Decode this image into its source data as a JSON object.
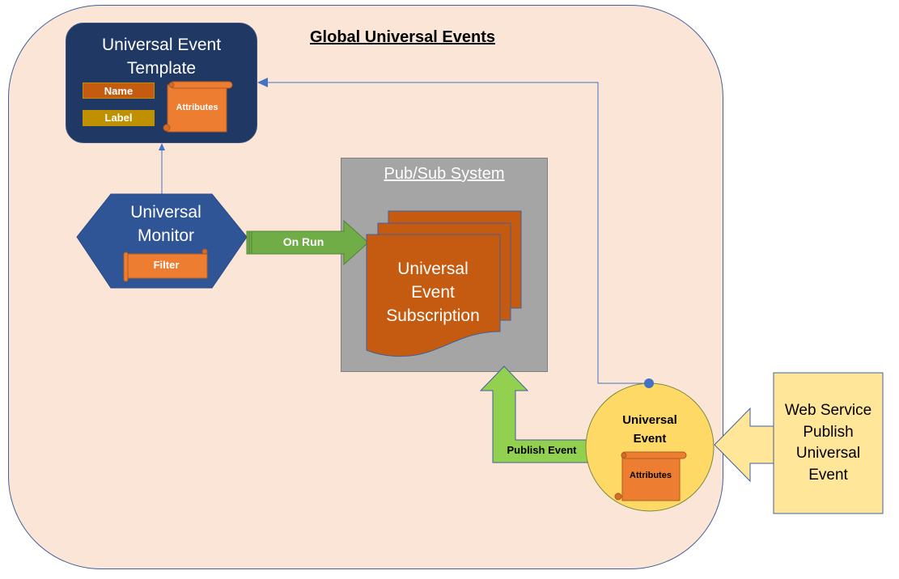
{
  "diagram": {
    "title": "Global Universal Events",
    "colors": {
      "background": "#fbe5d6",
      "container_border": "#41609a",
      "template_fill": "#203864",
      "monitor_fill": "#2f5597",
      "pubsub_fill": "#a5a5a5",
      "subscription_fill": "#c55a11",
      "scroll_fill": "#ed7d31",
      "name_tag": "#c55a11",
      "label_tag": "#bf9000",
      "on_run_arrow": "#70ad47",
      "publish_arrow": "#92d050",
      "event_circle": "#ffd966",
      "web_service_fill": "#ffe699",
      "connector": "#4472c4"
    },
    "template": {
      "title_line1": "Universal Event",
      "title_line2": "Template",
      "name_label": "Name",
      "label_label": "Label",
      "attributes_label": "Attributes"
    },
    "monitor": {
      "title_line1": "Universal",
      "title_line2": "Monitor",
      "filter_label": "Filter"
    },
    "pubsub": {
      "title": "Pub/Sub System",
      "subscription_line1": "Universal",
      "subscription_line2": "Event",
      "subscription_line3": "Subscription"
    },
    "arrows": {
      "on_run": "On Run",
      "publish_event": "Publish Event"
    },
    "event": {
      "title_line1": "Universal",
      "title_line2": "Event",
      "attributes_label": "Attributes"
    },
    "web_service": {
      "line1": "Web Service",
      "line2": "Publish",
      "line3": "Universal",
      "line4": "Event"
    }
  }
}
